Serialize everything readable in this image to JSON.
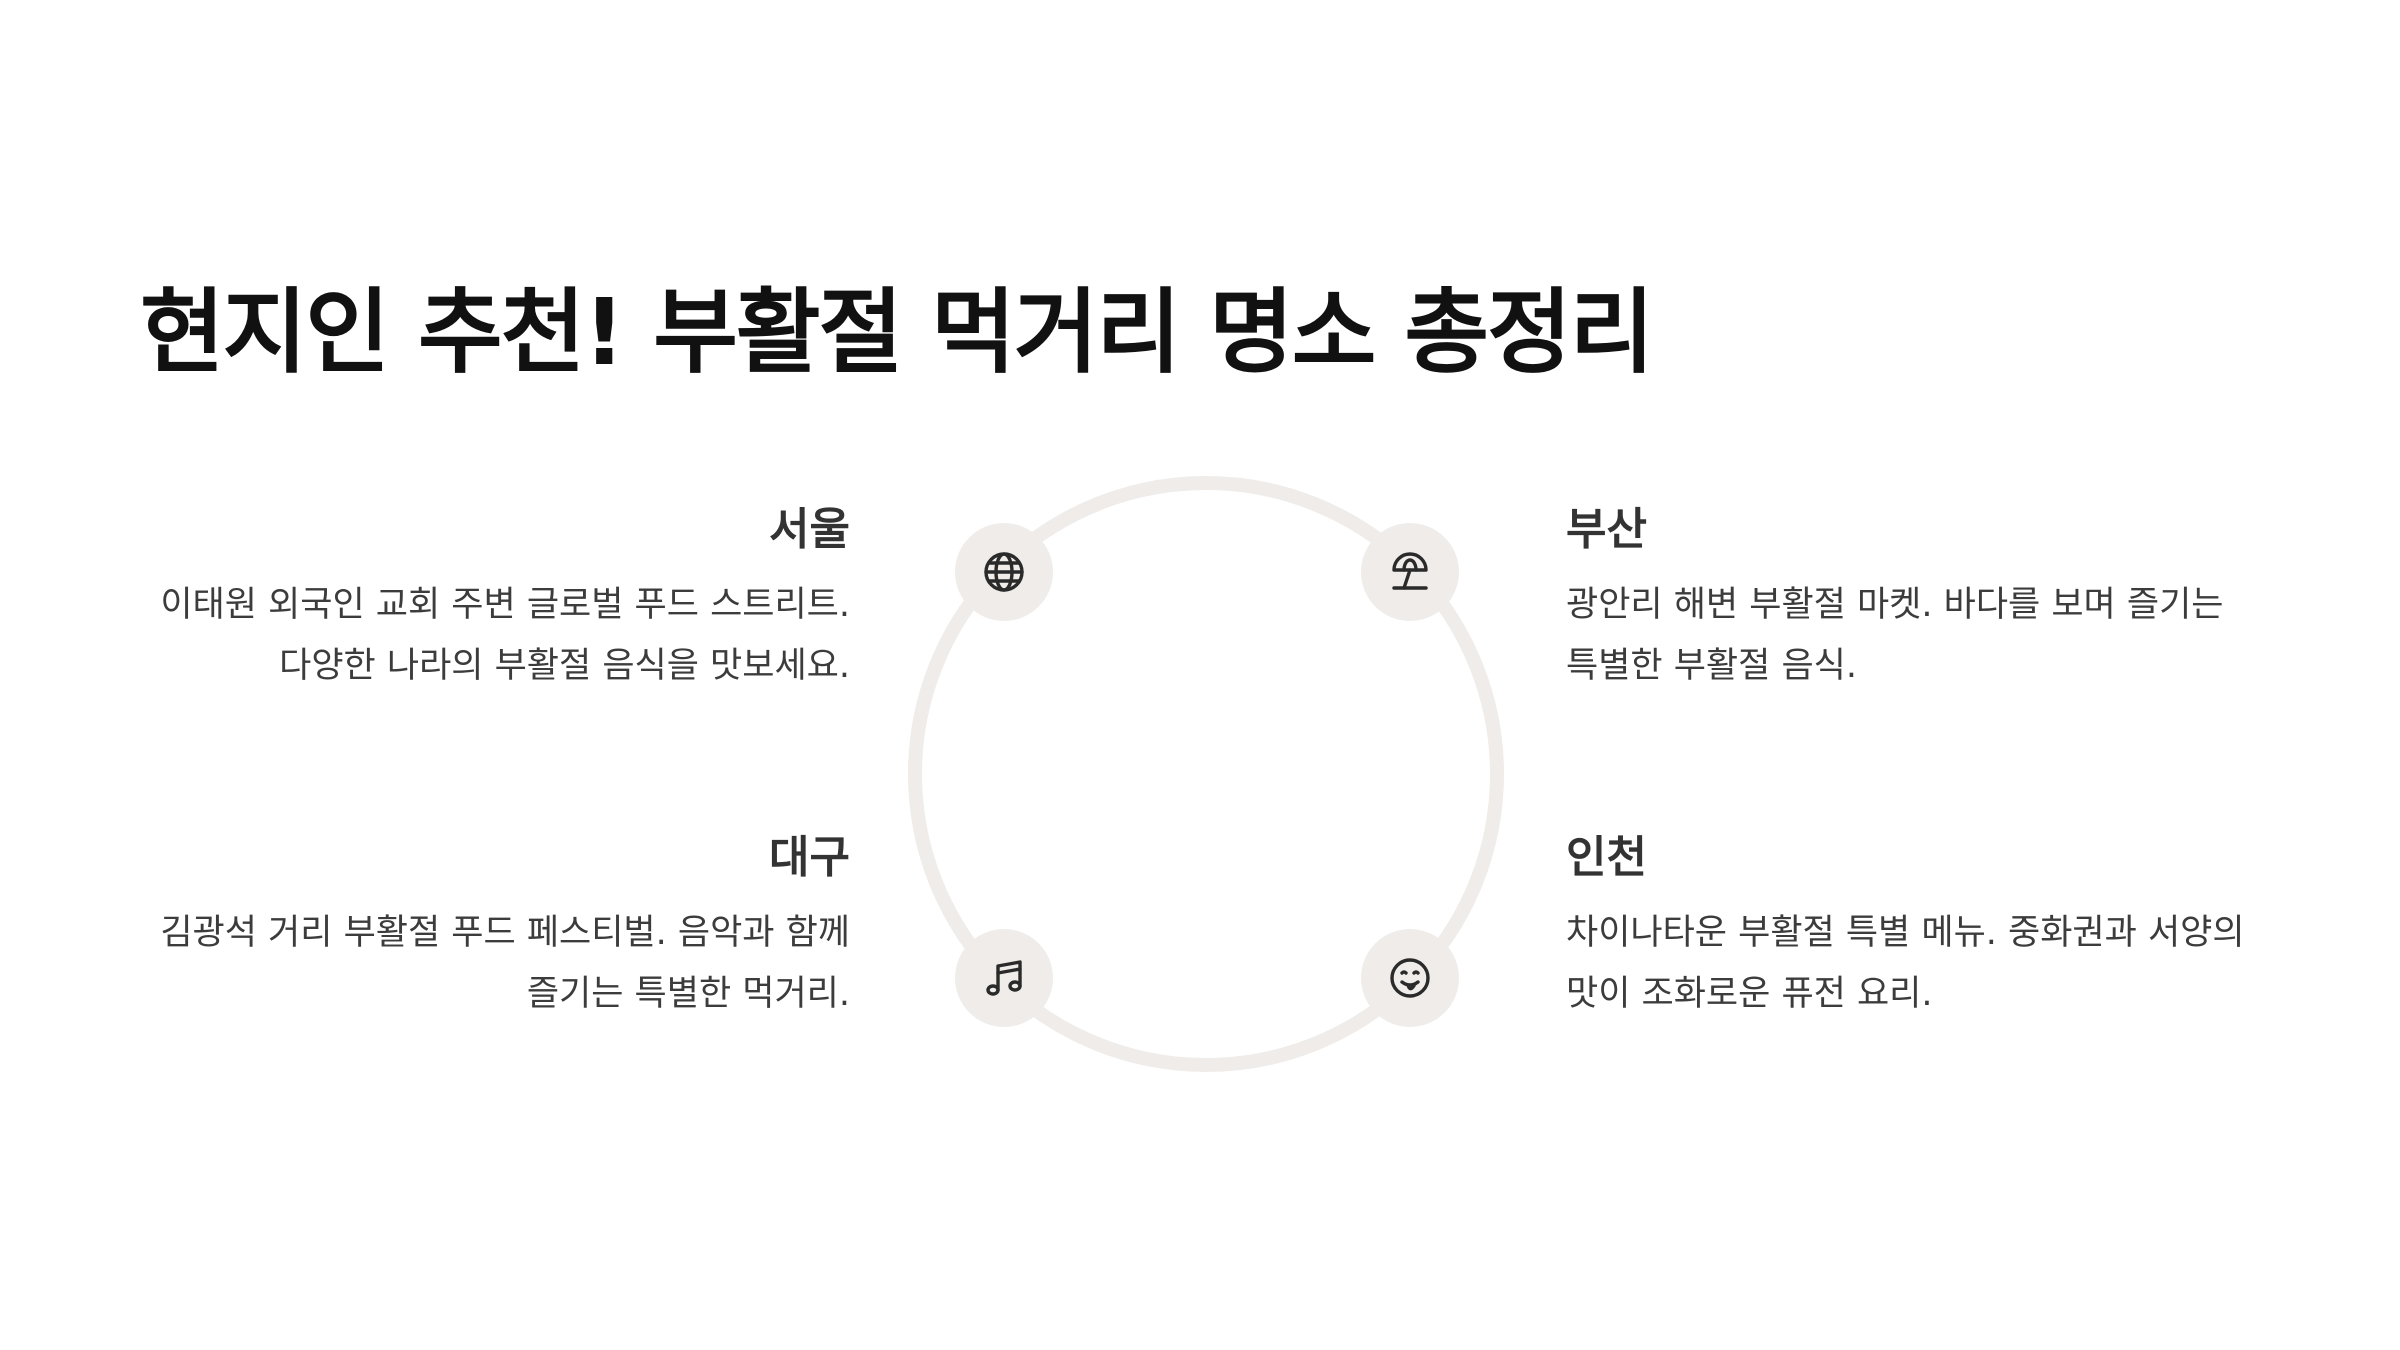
{
  "title": "현지인 추천! 부활절 먹거리 명소 총정리",
  "items": [
    {
      "city": "서울",
      "description": "이태원 외국인 교회 주변 글로벌 푸드 스트리트. 다양한 나라의 부활절 음식을 맛보세요.",
      "icon": "globe-icon"
    },
    {
      "city": "부산",
      "description": "광안리 해변 부활절 마켓. 바다를 보며 즐기는 특별한 부활절 음식.",
      "icon": "beach-umbrella-icon"
    },
    {
      "city": "대구",
      "description": "김광석 거리 부활절 푸드 페스티벌. 음악과 함께 즐기는 특별한 먹거리.",
      "icon": "music-note-icon"
    },
    {
      "city": "인천",
      "description": "차이나타운 부활절 특별 메뉴. 중화권과 서양의 맛이 조화로운 퓨전 요리.",
      "icon": "tasty-face-icon"
    }
  ],
  "colors": {
    "ring": "#efecea",
    "title": "#111111",
    "text": "#3c3c3c"
  }
}
